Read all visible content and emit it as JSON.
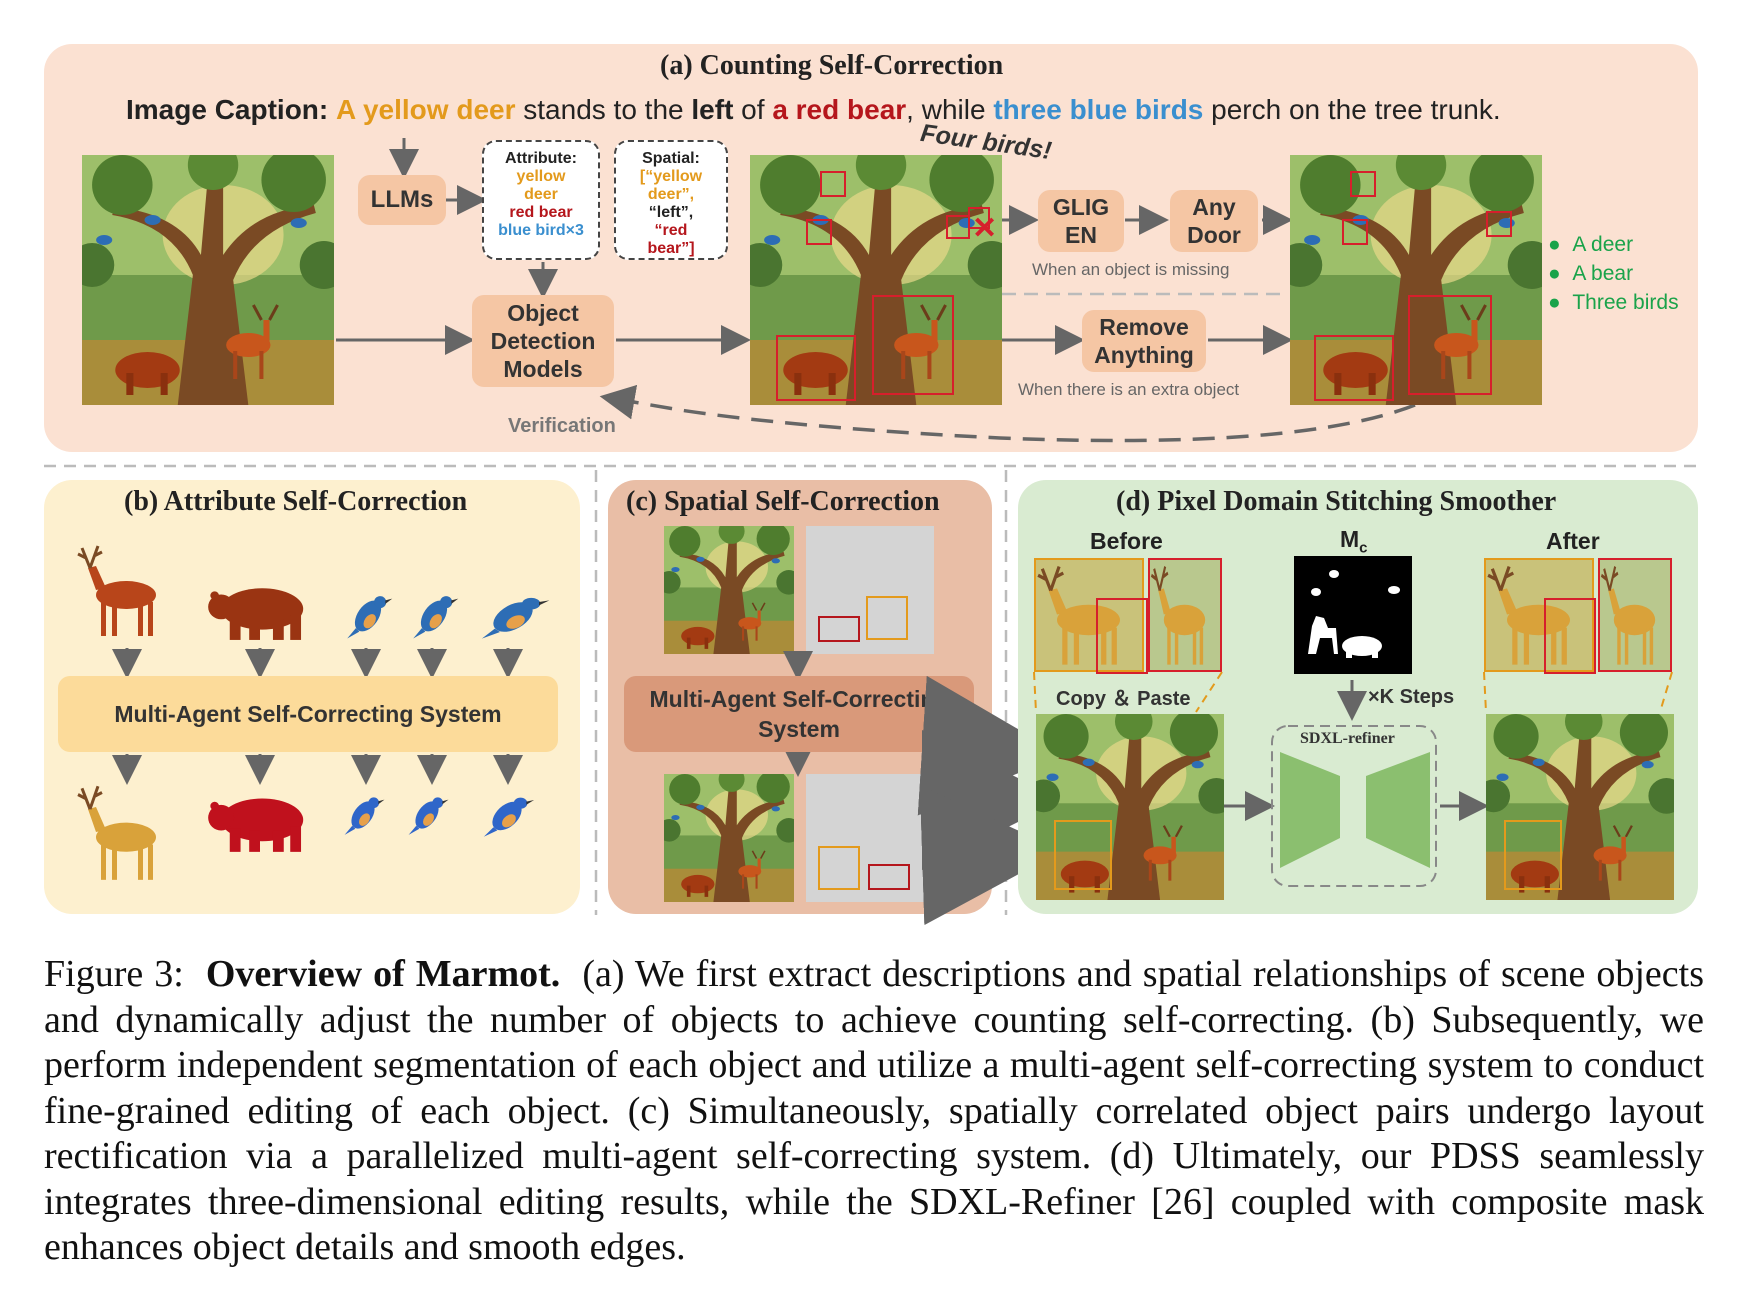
{
  "panel_a": {
    "title": "(a) Counting Self-Correction",
    "caption_label": "Image Caption:",
    "caption_parts": {
      "p1": "A yellow deer",
      "p2": " stands to the ",
      "p3": "left",
      "p4": " of ",
      "p5": "a red bear",
      "p6": ", while ",
      "p7": "three blue birds",
      "p8": " perch on the tree trunk."
    },
    "llms": "LLMs",
    "attribute_box": {
      "header": "Attribute:",
      "l1": "yellow",
      "l2": "deer",
      "l3": "red bear",
      "l4": "blue bird×3"
    },
    "spatial_box": {
      "header": "Spatial:",
      "l1": "[“yellow",
      "l2": "deer”,",
      "l3": "“left”,",
      "l4": "“red",
      "l5": "bear”]"
    },
    "odm": {
      "l1": "Object",
      "l2": "Detection",
      "l3": "Models"
    },
    "four_birds": "Four birds!",
    "gligen": {
      "l1": "GLIG",
      "l2": "EN"
    },
    "anydoor": {
      "l1": "Any",
      "l2": "Door"
    },
    "missing_note": "When an object is missing",
    "remove": {
      "l1": "Remove",
      "l2": "Anything"
    },
    "extra_note": "When there is an extra object",
    "verification": "Verification",
    "checklist": [
      "A deer",
      "A bear",
      "Three birds"
    ]
  },
  "panel_b": {
    "title": "(b) Attribute Self-Correction",
    "system": "Multi-Agent Self-Correcting System"
  },
  "panel_c": {
    "title": "(c) Spatial Self-Correction",
    "system_l1": "Multi-Agent Self-Correcting",
    "system_l2": "System"
  },
  "panel_d": {
    "title": "(d) Pixel Domain Stitching Smoother",
    "before": "Before",
    "mc": "M",
    "mc_sub": "c",
    "after": "After",
    "copy_paste": "Copy ＆ Paste",
    "ksteps": "×K Steps",
    "refiner": "SDXL-refiner"
  },
  "figure_caption": {
    "label": "Figure 3:",
    "bold": "Overview of Marmot.",
    "text": "(a) We first extract descriptions and spatial relationships of scene objects and dynamically adjust the number of objects to achieve counting self-correcting. (b) Subsequently, we perform independent segmentation of each object and utilize a multi-agent self-correcting system to conduct fine-grained editing of each object. (c) Simultaneously, spatially correlated object pairs undergo layout rectification via a parallelized multi-agent self-correcting system. (d) Ultimately, our PDSS seamlessly integrates three-dimensional editing results, while the SDXL-Refiner [26] coupled with composite mask enhances object details and smooth edges."
  },
  "colors": {
    "panel_a_bg": "#fbe1d2",
    "panel_b_bg": "#fdf0cf",
    "panel_c_bg": "#e9bea6",
    "panel_d_bg": "#d9ebd1",
    "box_orange": "#f5c6a4",
    "deer_orange": "#e39a1c",
    "bear_red": "#b5161c",
    "bird_blue": "#3a8fcf",
    "check_green": "#1aa34a"
  }
}
